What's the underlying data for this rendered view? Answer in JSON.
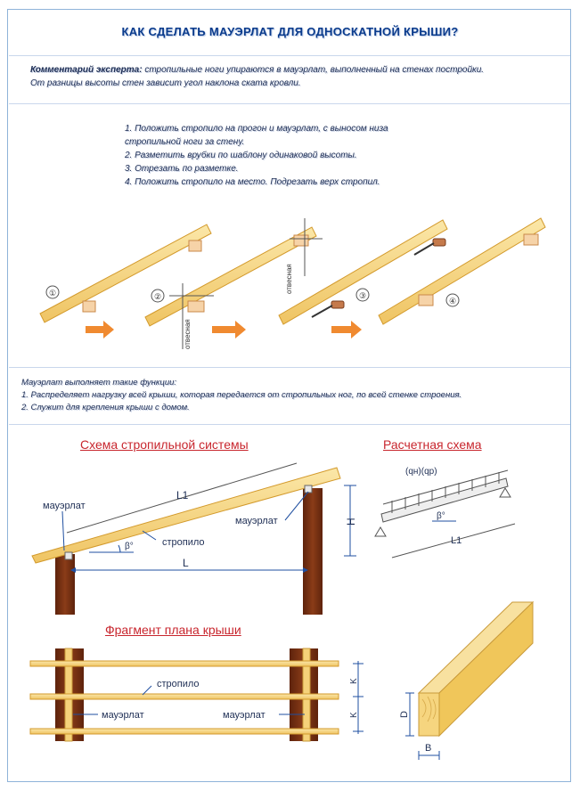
{
  "header": {
    "title": "КАК СДЕЛАТЬ МАУЭРЛАТ ДЛЯ ОДНОСКАТНОЙ КРЫШИ?"
  },
  "comment": {
    "lead": "Комментарий эксперта:",
    "line1_rest": "стропильные ноги упираются в мауэрлат, выполненный на стенах постройки.",
    "line2": "От разницы высоты стен зависит угол наклона ската кровли."
  },
  "steps": {
    "items": [
      "1. Положить стропило на прогон и мауэрлат, с выносом низа",
      "стропильной ноги за стену.",
      "2. Разметить врубки по шаблону одинаковой высоты.",
      "3. Отрезать по разметке.",
      "4. Положить стропило на место.  Подрезать верх стропил."
    ]
  },
  "step_diagram": {
    "markers": [
      "①",
      "②",
      "③",
      "④"
    ],
    "vertical_label": "отвесная"
  },
  "functions": {
    "title": "Мауэрлат выполняет такие функции:",
    "items": [
      "1. Распределяет нагрузку всей крыши, которая передается от стропильных ног, по всей стенке строения.",
      "2. Служит для крепления крыши с домом."
    ]
  },
  "scheme": {
    "title": "Схема стропильной системы",
    "label_mauerlat_left": "мауэрлат",
    "label_mauerlat_right": "мауэрлат",
    "label_rafter": "стропило",
    "label_L1": "L1",
    "label_L": "L",
    "label_H": "H",
    "label_angle": "β°"
  },
  "calc": {
    "title": "Расчетная схема",
    "label_load": "(qн)(qр)",
    "label_angle": "β°",
    "label_L1": "L1"
  },
  "plan": {
    "title": "Фрагмент плана крыши",
    "label_rafter": "стропило",
    "label_mauerlat_left": "мауэрлат",
    "label_mauerlat_right": "мауэрлат",
    "label_K1": "K",
    "label_K2": "K"
  },
  "beam": {
    "label_D": "D",
    "label_B": "B"
  },
  "colors": {
    "title_blue": "#0a3b8c",
    "section_red": "#c8262e",
    "wood_light": "#f5d27a",
    "wood_edge": "#d39a2c",
    "post_brown": "#7a3314",
    "arrow_orange": "#f08a30",
    "dim_blue": "#1f4fa0"
  }
}
